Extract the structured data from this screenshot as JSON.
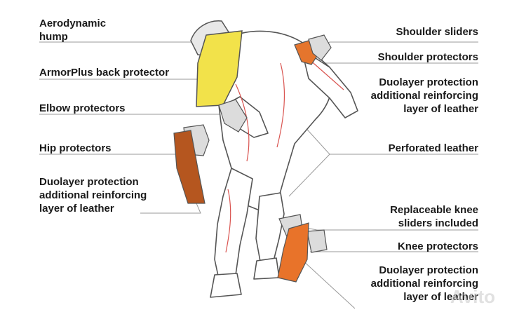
{
  "colors": {
    "text": "#1a1a1a",
    "leader_line": "#9a9a9a",
    "back_protector": "#f2e24a",
    "hip_leather": "#b5561f",
    "knee_leather": "#e8732a",
    "shoulder_protector": "#e5752d",
    "suit_outline": "#555555",
    "suit_accent": "#d9534f"
  },
  "labels_left": [
    {
      "id": "aerodynamic-hump",
      "lines": [
        "Aerodynamic",
        "hump"
      ]
    },
    {
      "id": "armorplus-back-protector",
      "lines": [
        "ArmorPlus back protector"
      ]
    },
    {
      "id": "elbow-protectors",
      "lines": [
        "Elbow protectors"
      ]
    },
    {
      "id": "hip-protectors",
      "lines": [
        "Hip protectors"
      ]
    },
    {
      "id": "duolayer-left",
      "lines": [
        "Duolayer protection",
        "additional reinforcing",
        "layer of leather"
      ]
    }
  ],
  "labels_right": [
    {
      "id": "shoulder-sliders",
      "lines": [
        "Shoulder sliders"
      ]
    },
    {
      "id": "shoulder-protectors",
      "lines": [
        "Shoulder protectors"
      ]
    },
    {
      "id": "duolayer-upper-right",
      "lines": [
        "Duolayer protection",
        "additional reinforcing",
        "layer of leather"
      ]
    },
    {
      "id": "perforated-leather",
      "lines": [
        "Perforated leather"
      ]
    },
    {
      "id": "replaceable-knee-sliders",
      "lines": [
        "Replaceable knee",
        "sliders included"
      ]
    },
    {
      "id": "knee-protectors",
      "lines": [
        "Knee protectors"
      ]
    },
    {
      "id": "duolayer-lower-right",
      "lines": [
        "Duolayer protection",
        "additional reinforcing",
        "layer of leather"
      ]
    }
  ],
  "watermark": "Avito"
}
